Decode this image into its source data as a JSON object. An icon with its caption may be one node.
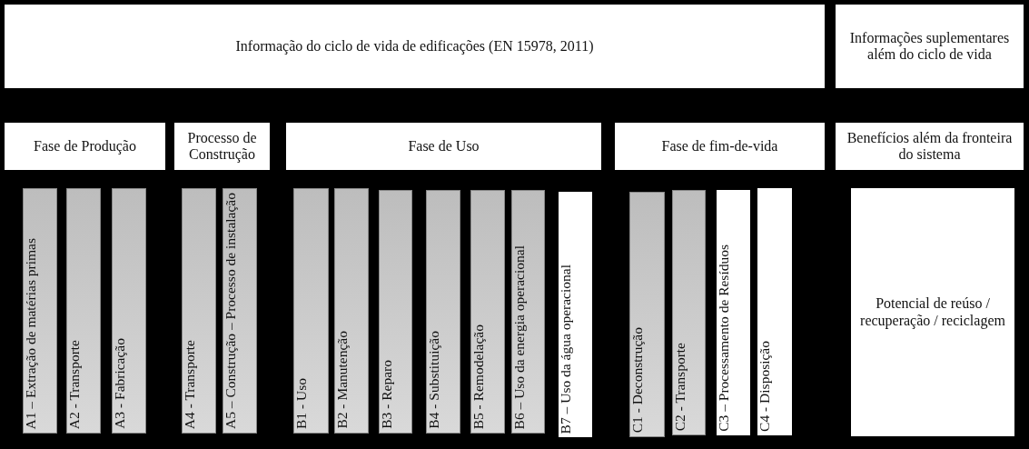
{
  "diagram": {
    "nodes": [
      {
        "text": [
          "Informação do ciclo de vida de edificações (EN 15978, 2011)"
        ]
      },
      {
        "text": [
          "Informações suplementares além do ciclo de vida"
        ]
      },
      {
        "text": [
          "Fase de Produção"
        ]
      },
      {
        "text": [
          "Processo de Construção"
        ]
      },
      {
        "text": [
          "Fase de Uso"
        ]
      },
      {
        "text": [
          "Fase de fim-de-vida"
        ]
      },
      {
        "text": [
          "Benefícios além da fronteira do sistema"
        ]
      },
      {
        "text": [
          "A1 – Extração de matérias primas"
        ]
      },
      {
        "text": [
          "A2 - Transporte"
        ]
      },
      {
        "text": [
          "A3 - Fabricação"
        ]
      },
      {
        "text": [
          "A4 - Transporte"
        ]
      },
      {
        "text": [
          "A5 – Construção – Processo de instalação"
        ]
      },
      {
        "text": [
          "B1 - Uso"
        ]
      },
      {
        "text": [
          "B2 - Manutenção"
        ]
      },
      {
        "text": [
          "B3 - Reparo"
        ]
      },
      {
        "text": [
          "B4 - Substituição"
        ]
      },
      {
        "text": [
          "B5 - Remodelação"
        ]
      },
      {
        "text": [
          "B6 – Uso da energia operacional"
        ]
      },
      {
        "text": [
          "B7 – Uso da água operacional"
        ]
      },
      {
        "text": [
          "C1 - Deconstrução"
        ]
      },
      {
        "text": [
          "C2 - Transporte"
        ]
      },
      {
        "text": [
          "C3 – Processamento de Resíduos"
        ]
      },
      {
        "text": [
          "C4 - Disposição"
        ]
      },
      {
        "text": [
          "Potencial de reúso / recuperação / reciclagem"
        ]
      }
    ]
  }
}
